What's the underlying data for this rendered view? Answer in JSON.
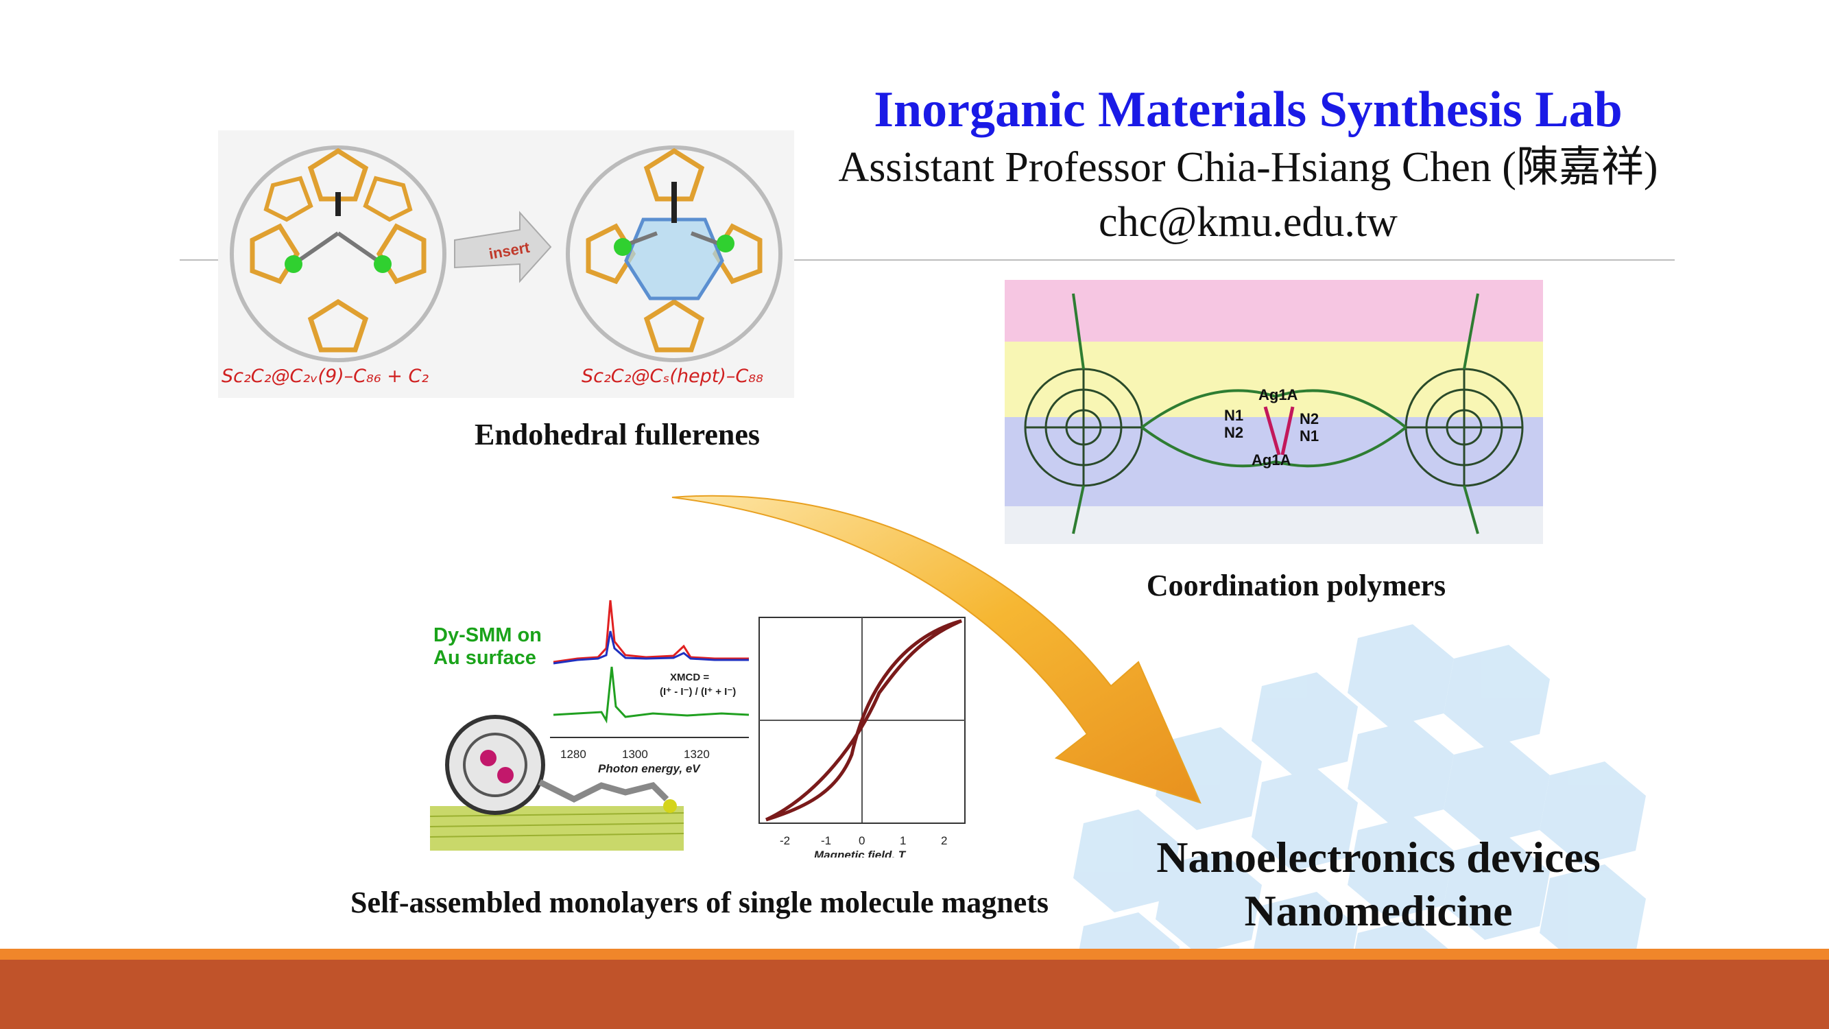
{
  "header": {
    "lab_name": "Inorganic Materials Synthesis Lab",
    "professor": "Assistant Professor Chia-Hsiang Chen (陳嘉祥)",
    "email": "chc@kmu.edu.tw"
  },
  "panels": {
    "fullerenes": {
      "caption": "Endohedral fullerenes",
      "arrow_label": "insert",
      "left_formula": "Sc₂C₂@C₂ᵥ(9)–C₈₆ + C₂",
      "right_formula": "Sc₂C₂@Cₛ(hept)–C₈₈"
    },
    "coordination": {
      "caption": "Coordination polymers",
      "labels": [
        "Ag1A",
        "N1",
        "N2",
        "N2",
        "N1",
        "Ag1A"
      ]
    },
    "sam": {
      "caption": "Self-assembled monolayers of single molecule magnets",
      "title_line1": "Dy-SMM on",
      "title_line2": "Au surface",
      "xmcd_line1": "XMCD =",
      "xmcd_line2": "(I⁺ - I⁻) / (I⁺ + I⁻)",
      "photon_ticks": [
        "1280",
        "1300",
        "1320"
      ],
      "photon_axis": "Photon energy, eV",
      "field_ticks": [
        "-2",
        "-1",
        "0",
        "1",
        "2"
      ],
      "field_axis": "Magnetic field, T"
    }
  },
  "applications": {
    "line1": "Nanoelectronics devices",
    "line2": "Nanomedicine"
  },
  "colors": {
    "title_blue": "#1a1ae6",
    "bar_orange_light": "#f0862a",
    "bar_orange_dark": "#c0532a",
    "hexagon_blue": "#cfe6f7",
    "arrow_orange": "#f5a623"
  }
}
